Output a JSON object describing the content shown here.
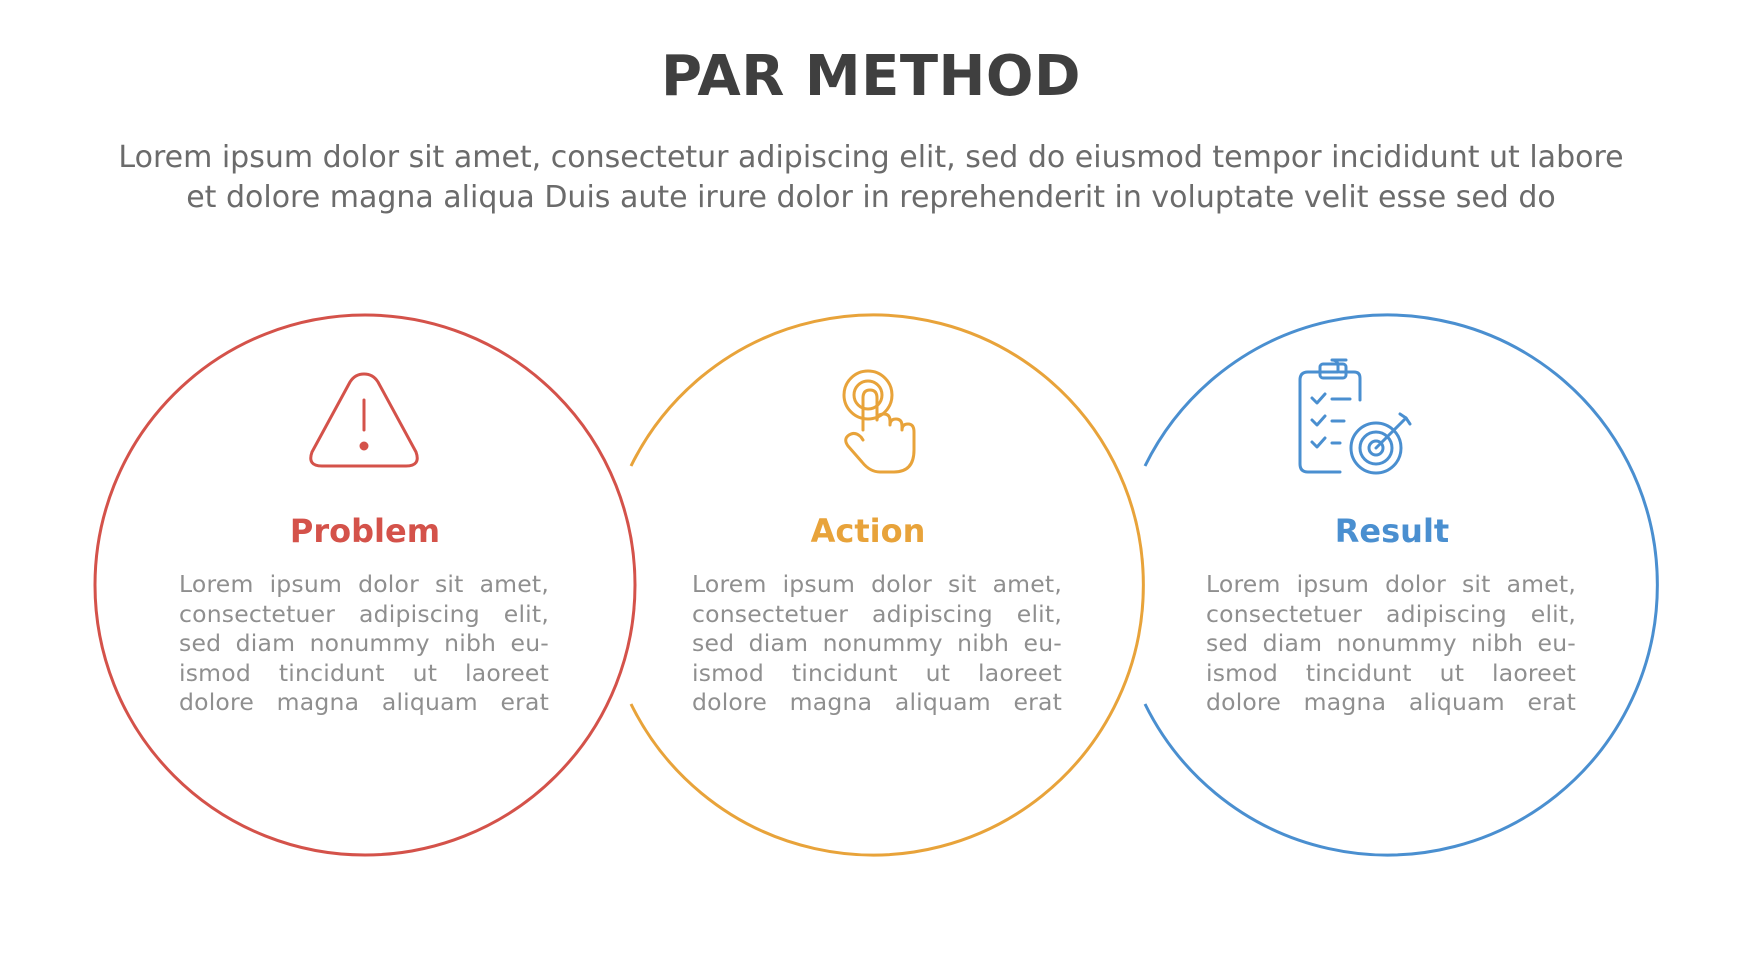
{
  "title": "PAR METHOD",
  "subtitle": {
    "line1": "Lorem ipsum dolor sit amet, consectetur adipiscing elit, sed do eiusmod tempor incididunt ut labore",
    "line2": "et dolore magna aliqua Duis aute irure dolor in reprehenderit in voluptate velit esse sed do"
  },
  "steps": [
    {
      "title": "Problem",
      "icon": "warning-triangle-icon",
      "color": "#d4524a",
      "body": [
        "Lorem ipsum dolor sit amet,",
        "consectetuer adipiscing elit,",
        "sed diam nonummy nibh eu-",
        "ismod tincidunt ut laoreet",
        "dolore magna aliquam erat"
      ]
    },
    {
      "title": "Action",
      "icon": "tap-finger-icon",
      "color": "#e8a33a",
      "body": [
        "Lorem ipsum dolor sit amet,",
        "consectetuer adipiscing elit,",
        "sed diam nonummy nibh eu-",
        "ismod tincidunt ut laoreet",
        "dolore magna aliquam erat"
      ]
    },
    {
      "title": "Result",
      "icon": "clipboard-target-icon",
      "color": "#4a8fd0",
      "body": [
        "Lorem ipsum dolor sit amet,",
        "consectetuer adipiscing elit,",
        "sed diam nonummy nibh eu-",
        "ismod tincidunt ut laoreet",
        "dolore magna aliquam erat"
      ]
    }
  ]
}
